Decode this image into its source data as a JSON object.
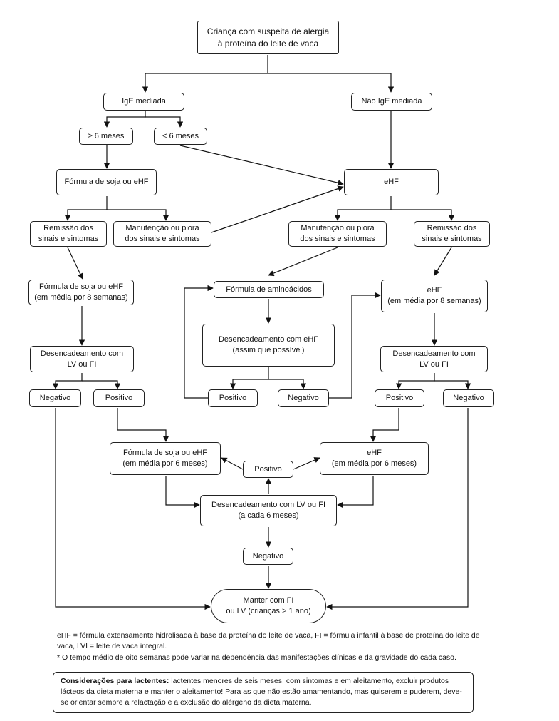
{
  "nodes": {
    "root": "Criança com suspeita de alergia\nà proteína do leite de vaca",
    "ige": "IgE mediada",
    "non_ige": "Não IgE mediada",
    "ge6": "≥ 6 meses",
    "lt6": "< 6 meses",
    "soja_ehf": "Fórmula de soja ou eHF",
    "ehf_main": "eHF",
    "rem_left": "Remissão dos\nsinais e sintomas",
    "man_left": "Manutenção ou piora\ndos sinais e sintomas",
    "man_right": "Manutenção ou piora\ndos sinais e sintomas",
    "rem_right": "Remissão dos\nsinais e sintomas",
    "soja_8w": "Fórmula de soja ou eHF\n(em média por 8 semanas)",
    "amino": "Fórmula de aminoácidos",
    "ehf_8w": "eHF\n(em média por 8 semanas)",
    "challenge_ehf": "Desencadeamento com eHF\n(assim que possível)",
    "challenge_left": "Desencadeamento com\nLV ou FI",
    "challenge_right": "Desencadeamento com\nLV ou FI",
    "neg_left": "Negativo",
    "pos_left": "Positivo",
    "pos_mid": "Positivo",
    "neg_mid": "Negativo",
    "pos_right": "Positivo",
    "neg_right": "Negativo",
    "soja_6m": "Fórmula de soja ou eHF\n(em média por 6 meses)",
    "ehf_6m": "eHF\n(em média por 6 meses)",
    "pos_center": "Positivo",
    "challenge_6m": "Desencadeamento com LV ou FI\n(a cada 6 meses)",
    "neg_center": "Negativo",
    "keep": "Manter com FI\nou LV (crianças > 1 ano)"
  },
  "footnotes": {
    "legend": "eHF = fórmula extensamente hidrolisada à base da proteína do leite de vaca, FI = fórmula infantil à base de proteína do leite de vaca, LVI = leite de vaca integral.",
    "note": "* O tempo médio de oito semanas pode variar na dependência das manifestações clínicas e da gravidade do cada caso."
  },
  "considerations": {
    "label": "Considerações para lactentes:",
    "text": " lactentes menores de seis meses, com sintomas e em aleitamento, excluir produtos lácteos da dieta materna e manter o aleitamento!  Para as que não estão amamentando, mas quiserem e puderem, deve-se orientar sempre a relactação e a exclusão do alérgeno da dieta materna."
  }
}
